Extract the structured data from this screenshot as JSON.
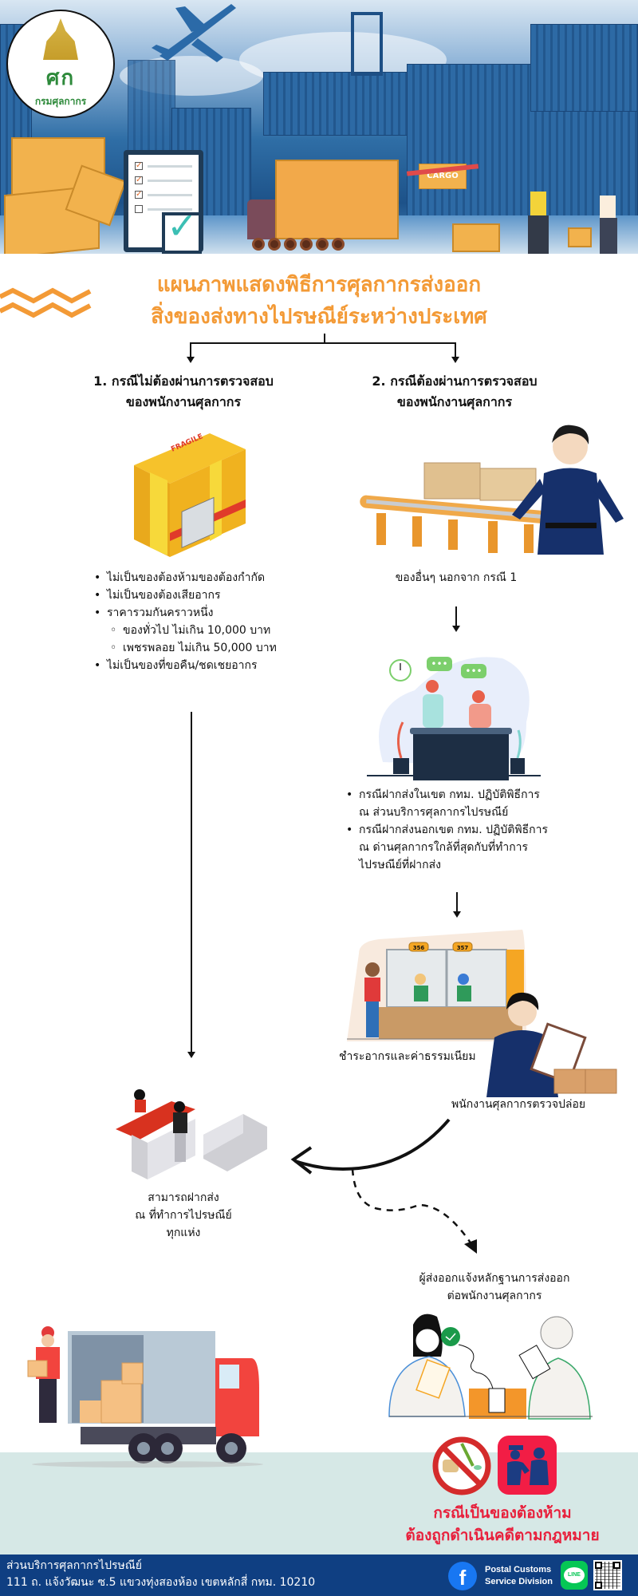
{
  "logo": {
    "mark": "ศก",
    "name": "กรมศุลกากร"
  },
  "hero": {
    "cargo_label": "CARGO"
  },
  "title": {
    "line1": "แผนภาพแสดงพิธีการศุลกากรส่งออก",
    "line2": "สิ่งของส่งทางไปรษณีย์ระหว่างประเทศ"
  },
  "case1": {
    "heading_line1": "1. กรณีไม่ต้องผ่านการตรวจสอบ",
    "heading_line2": "ของพนักงานศุลกากร",
    "box_tape_label": "FRAGILE",
    "conditions": [
      "ไม่เป็นของต้องห้ามของต้องกำกัด",
      "ไม่เป็นของต้องเสียอากร",
      "ราคารวมกันคราวหนึ่ง"
    ],
    "price_limits": [
      "ของทั่วไป ไม่เกิน 10,000 บาท",
      "เพชรพลอย ไม่เกิน 50,000 บาท"
    ],
    "last_condition": "ไม่เป็นของที่ขอคืน/ชดเชยอากร"
  },
  "case2": {
    "heading_line1": "2. กรณีต้องผ่านการตรวจสอบ",
    "heading_line2": "ของพนักงานศุลกากร",
    "other_goods": "ของอื่นๆ นอกจาก กรณี 1",
    "procedures": [
      {
        "line1": "กรณีฝากส่งในเขต กทม. ปฏิบัติพิธีการ",
        "line2": "ณ ส่วนบริการศุลกากรไปรษณีย์"
      },
      {
        "line1": "กรณีฝากส่งนอกเขต กทม. ปฏิบัติพิธีการ",
        "line2": "ณ ด่านศุลกากรใกล้ที่สุดกับที่ทำการ",
        "line3": "ไปรษณีย์ที่ฝากส่ง"
      }
    ],
    "counter_numbers": [
      "356",
      "357"
    ],
    "pay_duty": "ชำระอากรและค่าธรรมเนียม",
    "officer_release": "พนักงานศุลกากรตรวจปล่อย"
  },
  "post_office": {
    "line1": "สามารถฝากส่ง",
    "line2": "ณ ที่ทำการไปรษณีย์",
    "line3": "ทุกแห่ง"
  },
  "exporter_notice": {
    "line1": "ผู้ส่งออกแจ้งหลักฐานการส่งออก",
    "line2": "ต่อพนักงานศุลกากร"
  },
  "warning": {
    "line1": "กรณีเป็นของต้องห้าม",
    "line2": "ต้องถูกดำเนินคดีตามกฎหมาย"
  },
  "footer": {
    "org": "ส่วนบริการศุลกากรไปรษณีย์",
    "address": "111 ถ. แจ้งวัฒนะ ซ.5 แขวงทุ่งสองห้อง เขตหลักสี่ กทม. 10210",
    "facebook_icon": "f",
    "facebook_line1": "Postal Customs",
    "facebook_line2": "Service Division",
    "line_label": "LINE"
  },
  "colors": {
    "title_orange": "#f39a36",
    "warning_red": "#e8203c",
    "footer_navy": "#0f3f82",
    "band_mint": "#d6e8e6"
  }
}
